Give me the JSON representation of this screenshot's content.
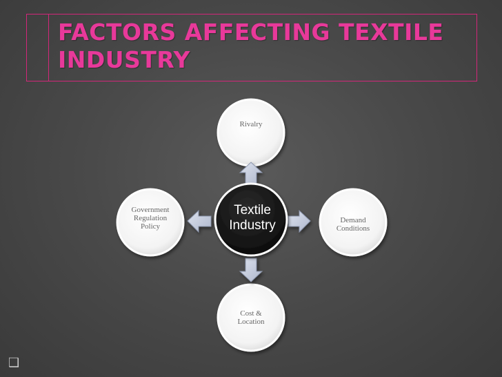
{
  "slide": {
    "title": "FACTORS AFFECTING TEXTILE INDUSTRY",
    "bullet_glyph": "❑"
  },
  "diagram": {
    "center": {
      "label_line1": "Textile",
      "label_line2": "Industry"
    },
    "nodes": {
      "top": {
        "label": "Rivalry"
      },
      "right": {
        "label_line1": "Demand",
        "label_line2": "Conditions"
      },
      "bottom": {
        "label_line1": "Cost &",
        "label_line2": "Location"
      },
      "left": {
        "label_line1": "Government",
        "label_line2": "Regulation",
        "label_line3": "Policy"
      }
    },
    "arrow_icon": "block-arrow-icon"
  },
  "colors": {
    "title": "#e8399a",
    "frame": "#d4267a",
    "center_fill": "#141414",
    "node_fill": "#f4f4f4",
    "arrow_fill": "#c8cfe0"
  }
}
